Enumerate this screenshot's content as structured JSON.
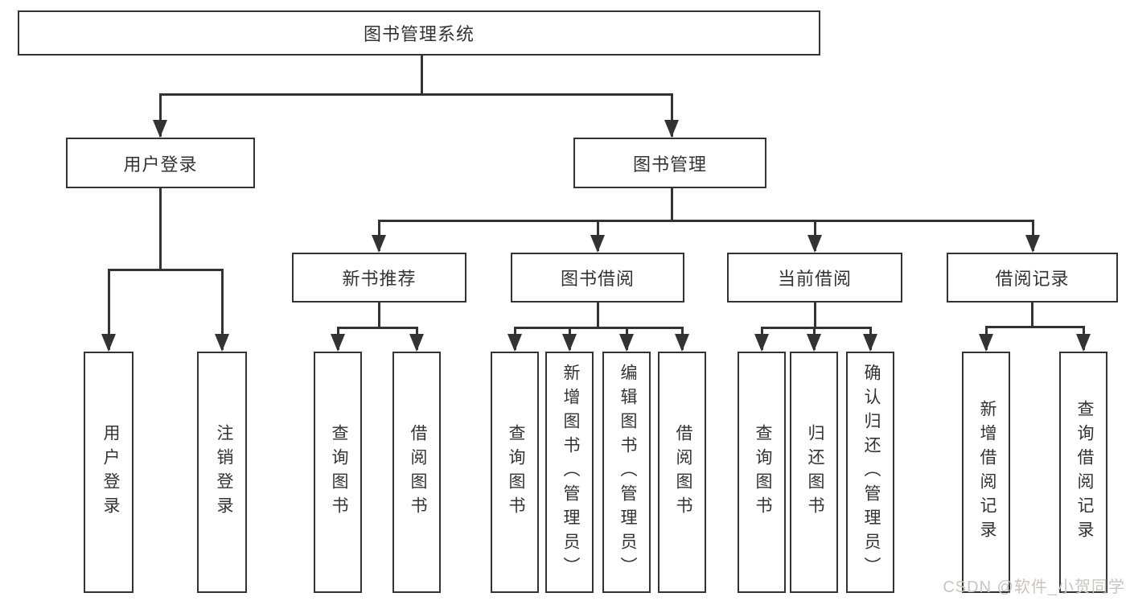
{
  "tree": {
    "label": "图书管理系统",
    "children": [
      {
        "label": "用户登录",
        "children": [
          {
            "label": "用户登录"
          },
          {
            "label": "注销登录"
          }
        ]
      },
      {
        "label": "图书管理",
        "children": [
          {
            "label": "新书推荐",
            "children": [
              {
                "label": "查询图书"
              },
              {
                "label": "借阅图书"
              }
            ]
          },
          {
            "label": "图书借阅",
            "children": [
              {
                "label": "查询图书"
              },
              {
                "label": "新增图书（管理员）"
              },
              {
                "label": "编辑图书（管理员）"
              },
              {
                "label": "借阅图书"
              }
            ]
          },
          {
            "label": "当前借阅",
            "children": [
              {
                "label": "查询图书"
              },
              {
                "label": "归还图书"
              },
              {
                "label": "确认归还（管理员）"
              }
            ]
          },
          {
            "label": "借阅记录",
            "children": [
              {
                "label": "新增借阅记录"
              },
              {
                "label": "查询借阅记录"
              }
            ]
          }
        ]
      }
    ]
  },
  "watermark": {
    "text": "CSDN @软件_小贺同学"
  },
  "colors": {
    "line": "#333333",
    "text": "#333333",
    "background": "#ffffff",
    "watermark": "#c9c3c3"
  }
}
